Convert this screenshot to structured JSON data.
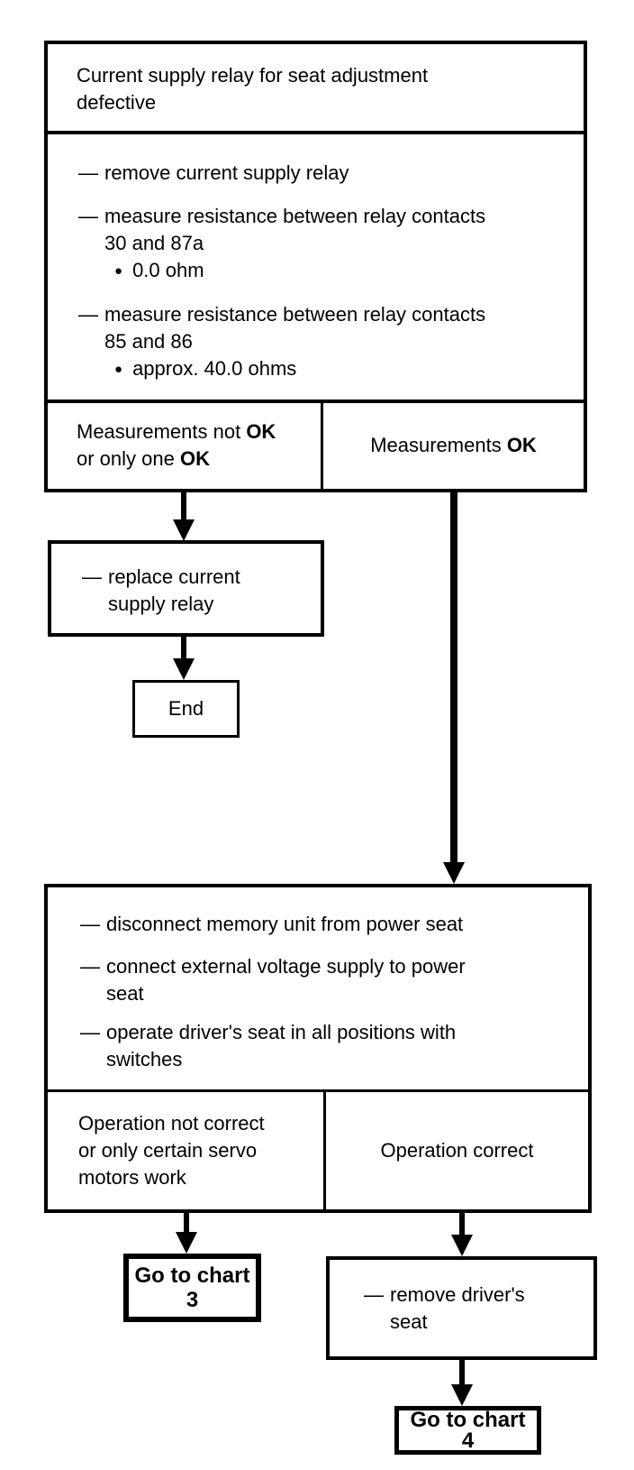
{
  "glyphs": {
    "dash": "—",
    "bullet": "●"
  },
  "colors": {
    "ink": "#000000",
    "paper": "#ffffff"
  },
  "fault_box": {
    "title": "Current supply relay for seat adjustment\ndefective",
    "steps": [
      {
        "text": "remove current supply relay"
      },
      {
        "text": "measure resistance between relay contacts\n30 and 87a",
        "result": "0.0 ohm"
      },
      {
        "text": "measure resistance between relay contacts\n85 and 86",
        "result": "approx. 40.0 ohms"
      }
    ],
    "outcome_left": {
      "line1_text": "Measurements not ",
      "line1_bold": "OK",
      "line2_text": "or only one ",
      "line2_bold": "OK"
    },
    "outcome_right": {
      "text": "Measurements ",
      "bold": "OK"
    }
  },
  "replace_box": {
    "step": "replace current\nsupply relay"
  },
  "end_box": {
    "label": "End"
  },
  "test_box": {
    "steps": [
      {
        "text": "disconnect memory unit from power seat"
      },
      {
        "text": "connect external voltage supply to power\nseat"
      },
      {
        "text": "operate driver's seat in all positions with\nswitches"
      }
    ],
    "outcome_left": "Operation not correct\nor only certain servo\nmotors work",
    "outcome_right": "Operation correct"
  },
  "goto_chart_3": {
    "label": "Go to chart",
    "number": "3"
  },
  "remove_seat_box": {
    "step": "remove driver's\nseat"
  },
  "goto_chart_4": {
    "label": "Go to chart",
    "number": "4"
  }
}
